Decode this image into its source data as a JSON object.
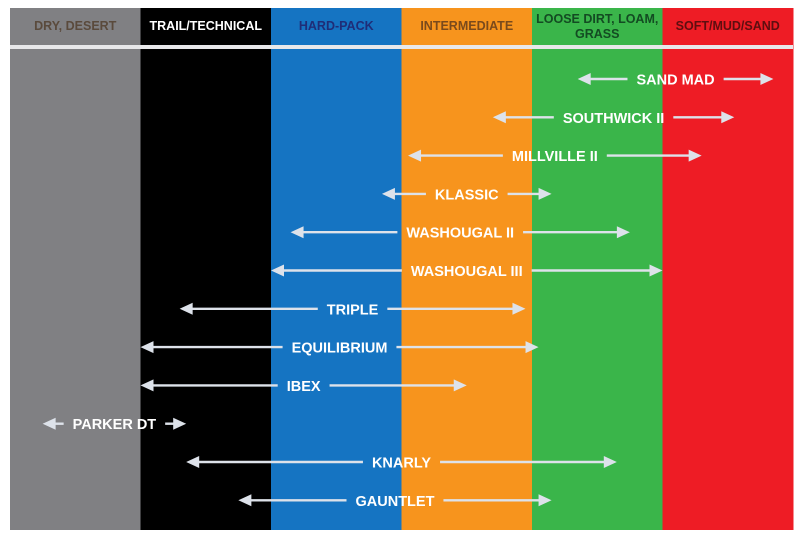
{
  "columns": [
    {
      "label": "DRY, DESERT",
      "color": "#808083",
      "label_color": "#5a4a3c"
    },
    {
      "label": "TRAIL/TECHNICAL",
      "color": "#000000",
      "label_color": "#ffffff"
    },
    {
      "label": "HARD-PACK",
      "color": "#1574c2",
      "label_color": "#1f2d78"
    },
    {
      "label": "INTERMEDIATE",
      "color": "#f7941d",
      "label_color": "#7a4a1c"
    },
    {
      "label": "LOOSE DIRT, LOAM, GRASS",
      "label_lines": [
        "LOOSE DIRT, LOAM,",
        "GRASS"
      ],
      "color": "#3ab54a",
      "label_color": "#134b22"
    },
    {
      "label": "SOFT/MUD/SAND",
      "color": "#ee1c25",
      "label_color": "#5e0e10"
    }
  ],
  "header_bar_color": "#808083",
  "arrow_color": "#dde2ea",
  "label_color": "#ffffff",
  "tires": [
    {
      "name": "SAND MAD",
      "from": 4.35,
      "to": 5.85
    },
    {
      "name": "SOUTHWICK II",
      "from": 3.7,
      "to": 5.55
    },
    {
      "name": "MILLVILLE II",
      "from": 3.05,
      "to": 5.3
    },
    {
      "name": "KLASSIC",
      "from": 2.85,
      "to": 4.15
    },
    {
      "name": "WASHOUGAL II",
      "from": 2.15,
      "to": 4.75
    },
    {
      "name": "WASHOUGAL III",
      "from": 2.0,
      "to": 5.0
    },
    {
      "name": "TRIPLE",
      "from": 1.3,
      "to": 3.95
    },
    {
      "name": "EQUILIBRIUM",
      "from": 1.0,
      "to": 4.05
    },
    {
      "name": "IBEX",
      "from": 1.0,
      "to": 3.5
    },
    {
      "name": "PARKER DT",
      "from": 0.25,
      "to": 1.35
    },
    {
      "name": "KNARLY",
      "from": 1.35,
      "to": 4.65
    },
    {
      "name": "GAUNTLET",
      "from": 1.75,
      "to": 4.15
    }
  ]
}
